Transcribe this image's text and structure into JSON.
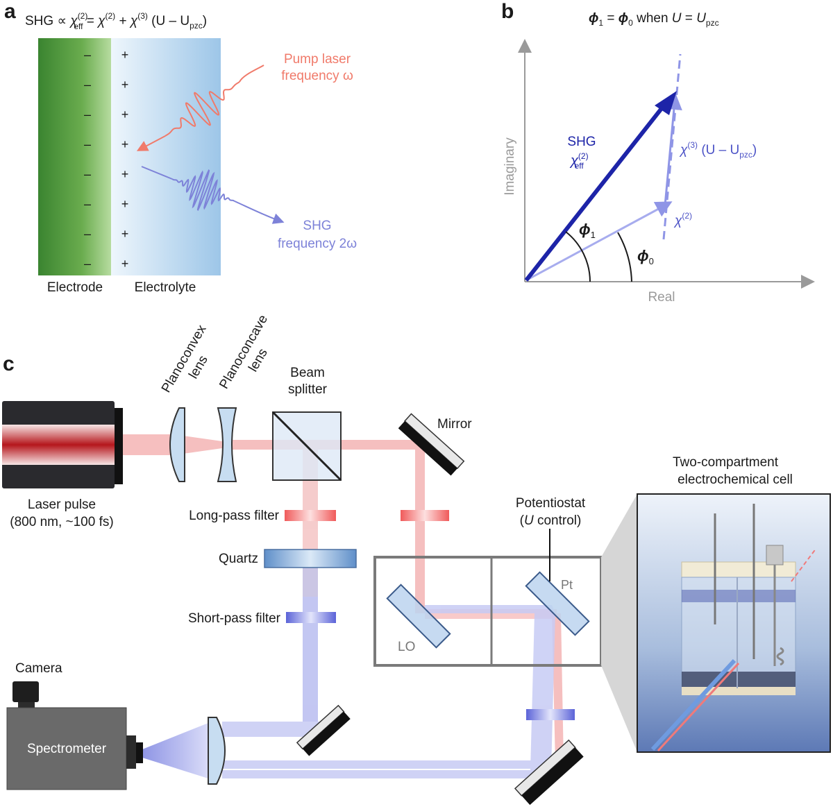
{
  "panels": {
    "a": "a",
    "b": "b",
    "c": "c"
  },
  "panel_a": {
    "eq_shg": "SHG ∝ ",
    "eq_chi": "χ",
    "eq_sup2": "(2)",
    "eq_sub_eff": "eff",
    "eq_equals": " = ",
    "eq_plus": " + ",
    "eq_sup3": "(3)",
    "eq_open": " (U – U",
    "eq_sub_pzc": "pzc",
    "eq_close": ")",
    "minus": "–",
    "plus": "+",
    "pump_line1": "Pump laser",
    "pump_line2": "frequency ω",
    "shg_line1": "SHG",
    "shg_line2": "frequency 2ω",
    "electrode": "Electrode",
    "electrolyte": "Electrolyte",
    "colors": {
      "pump": "#f07a6a",
      "shg": "#7d82d8",
      "electrode": "#3f8a36",
      "electrolyte": "#a9cdea"
    }
  },
  "panel_b": {
    "title_phi1": "ϕ",
    "title_sub1": "1",
    "title_eq": " = ",
    "title_phi0": "ϕ",
    "title_sub0": "0",
    "title_when": " when ",
    "title_U": "U",
    "title_eq2": " = ",
    "title_Upzc": "U",
    "title_pzc": "pzc",
    "shg": "SHG",
    "chi": "χ",
    "sub_eff": "eff",
    "sup2": "(2)",
    "sup3": "(3)",
    "chi3_term": " (U – U",
    "chi3_close": ")",
    "pzc": "pzc",
    "phi": "ϕ",
    "sub1": "1",
    "sub0": "0",
    "xlabel": "Real",
    "ylabel": "Imaginary",
    "colors": {
      "dark": "#1d24a8",
      "light": "#8f95e6",
      "axis": "#9a9a9a"
    }
  },
  "panel_c": {
    "planoconvex_1": "Planoconvex",
    "planoconvex_2": "lens",
    "planoconcave_1": "Planoconcave",
    "planoconcave_2": "lens",
    "beam_1": "Beam",
    "beam_2": "splitter",
    "mirror": "Mirror",
    "laser_1": "Laser pulse",
    "laser_2": "(800 nm, ~100 fs)",
    "longpass": "Long-pass filter",
    "quartz": "Quartz",
    "shortpass": "Short-pass filter",
    "potentiostat_1": "Potentiostat",
    "potentiostat_2a": "(",
    "potentiostat_2b": "U",
    "potentiostat_2c": " control)",
    "pt": "Pt",
    "lo": "LO",
    "cell_1": "Two-compartment",
    "cell_2": "electrochemical cell",
    "camera": "Camera",
    "spectrometer": "Spectrometer",
    "colors": {
      "red_beam": "#f4b4b4",
      "blue_beam": "#b9bdf0",
      "optic": "#c7ddf1",
      "box": "#7a7a7a"
    }
  }
}
